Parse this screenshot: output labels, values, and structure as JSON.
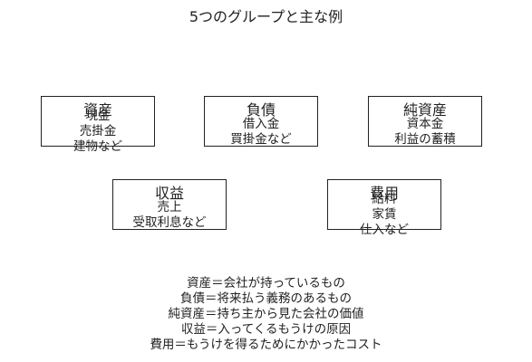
{
  "title": "5つのグループと主な例",
  "groups": {
    "assets": {
      "name": "資産",
      "examples": [
        "現金",
        "売掛金",
        "建物など"
      ]
    },
    "liabilities": {
      "name": "負債",
      "examples": [
        "借入金",
        "買掛金など"
      ]
    },
    "net_assets": {
      "name": "純資産",
      "examples": [
        "資本金",
        "利益の蓄積"
      ]
    },
    "revenue": {
      "name": "収益",
      "examples": [
        "売上",
        "受取利息など"
      ]
    },
    "expenses": {
      "name": "費用",
      "examples": [
        "給料",
        "家賃",
        "仕入など"
      ]
    }
  },
  "definitions": [
    "資産＝会社が持っているもの",
    "負債＝将来払う義務のあるもの",
    "純資産＝持ち主から見た会社の価値",
    "収益＝入ってくるもうけの原因",
    "費用＝もうけを得るためにかかったコスト"
  ]
}
